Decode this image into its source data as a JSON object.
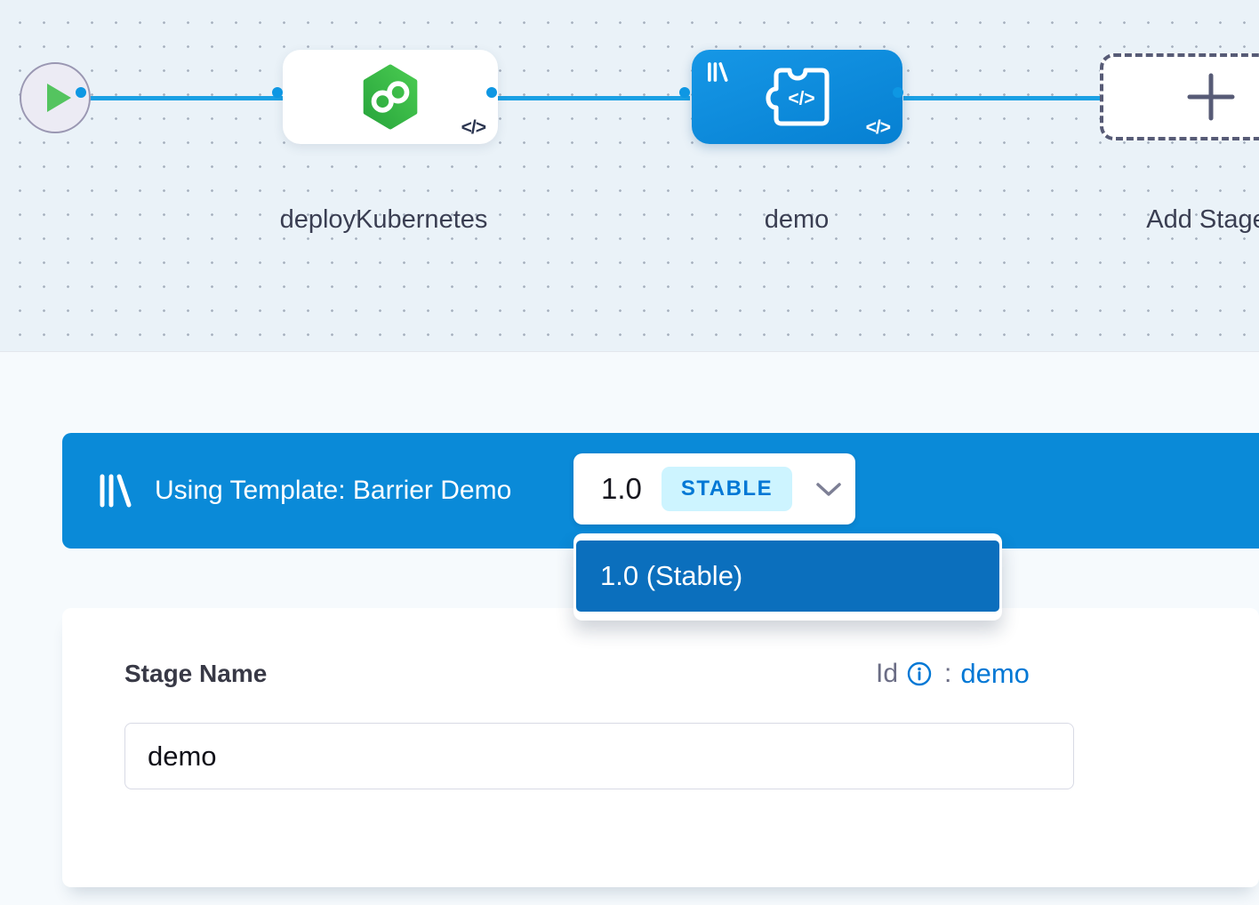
{
  "pipeline": {
    "stage_deploy_label": "deployKubernetes",
    "stage_demo_label": "demo",
    "add_stage_label": "Add Stage",
    "code_icon_glyph": "</>"
  },
  "template_banner": {
    "text": "Using Template: Barrier Demo",
    "version": "1.0",
    "badge": "STABLE"
  },
  "version_dropdown": {
    "options": [
      {
        "label": "1.0 (Stable)"
      }
    ]
  },
  "form": {
    "stage_name_label": "Stage Name",
    "id_label": "Id",
    "id_separator": ":",
    "id_value": "demo",
    "stage_name_value": "demo"
  },
  "colors": {
    "banner_blue": "#0A8AD8",
    "dropdown_item_blue": "#0B6FBD",
    "edge_blue": "#1AA0E4",
    "node_blue": "#0C8BDB",
    "accent_link_blue": "#0278D5",
    "stable_badge_bg": "#CDF4FF",
    "hexagon_green": "#35B545",
    "play_green": "#54C45F"
  }
}
